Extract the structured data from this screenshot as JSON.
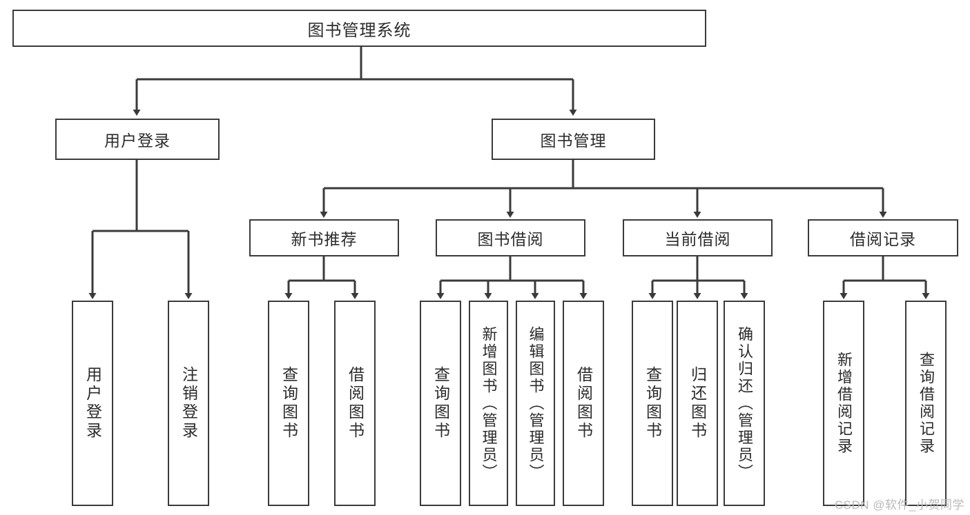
{
  "diagram": {
    "title": "图书管理系统",
    "type": "hierarchy-tree",
    "watermark": "CSDN @软件_小贺同学",
    "colors": {
      "stroke": "#3a3a3a",
      "fill": "#ffffff",
      "text": "#2b2b2b",
      "watermark": "#b9b9b9"
    },
    "root": {
      "label": "图书管理系统"
    },
    "level1": [
      {
        "id": "user-login",
        "label": "用户登录"
      },
      {
        "id": "book-management",
        "label": "图书管理"
      }
    ],
    "level2": [
      {
        "id": "new-book-recommend",
        "label": "新书推荐"
      },
      {
        "id": "book-borrow",
        "label": "图书借阅"
      },
      {
        "id": "current-borrow",
        "label": "当前借阅"
      },
      {
        "id": "borrow-record",
        "label": "借阅记录"
      }
    ],
    "leaves": {
      "user-login": [
        {
          "id": "leaf-user-login",
          "label": "用户登录"
        },
        {
          "id": "leaf-logout-login",
          "label": "注销登录"
        }
      ],
      "new-book-recommend": [
        {
          "id": "leaf-query-book-1",
          "label": "查询图书"
        },
        {
          "id": "leaf-borrow-book-1",
          "label": "借阅图书"
        }
      ],
      "book-borrow": [
        {
          "id": "leaf-query-book-2",
          "label": "查询图书"
        },
        {
          "id": "leaf-add-book-admin",
          "label": "新增图书（管理员）"
        },
        {
          "id": "leaf-edit-book-admin",
          "label": "编辑图书（管理员）"
        },
        {
          "id": "leaf-borrow-book-2",
          "label": "借阅图书"
        }
      ],
      "current-borrow": [
        {
          "id": "leaf-query-book-3",
          "label": "查询图书"
        },
        {
          "id": "leaf-return-book",
          "label": "归还图书"
        },
        {
          "id": "leaf-confirm-return-admin",
          "label": "确认归还（管理员）"
        }
      ],
      "borrow-record": [
        {
          "id": "leaf-add-record",
          "label": "新增借阅记录"
        },
        {
          "id": "leaf-query-record",
          "label": "查询借阅记录"
        }
      ]
    }
  }
}
